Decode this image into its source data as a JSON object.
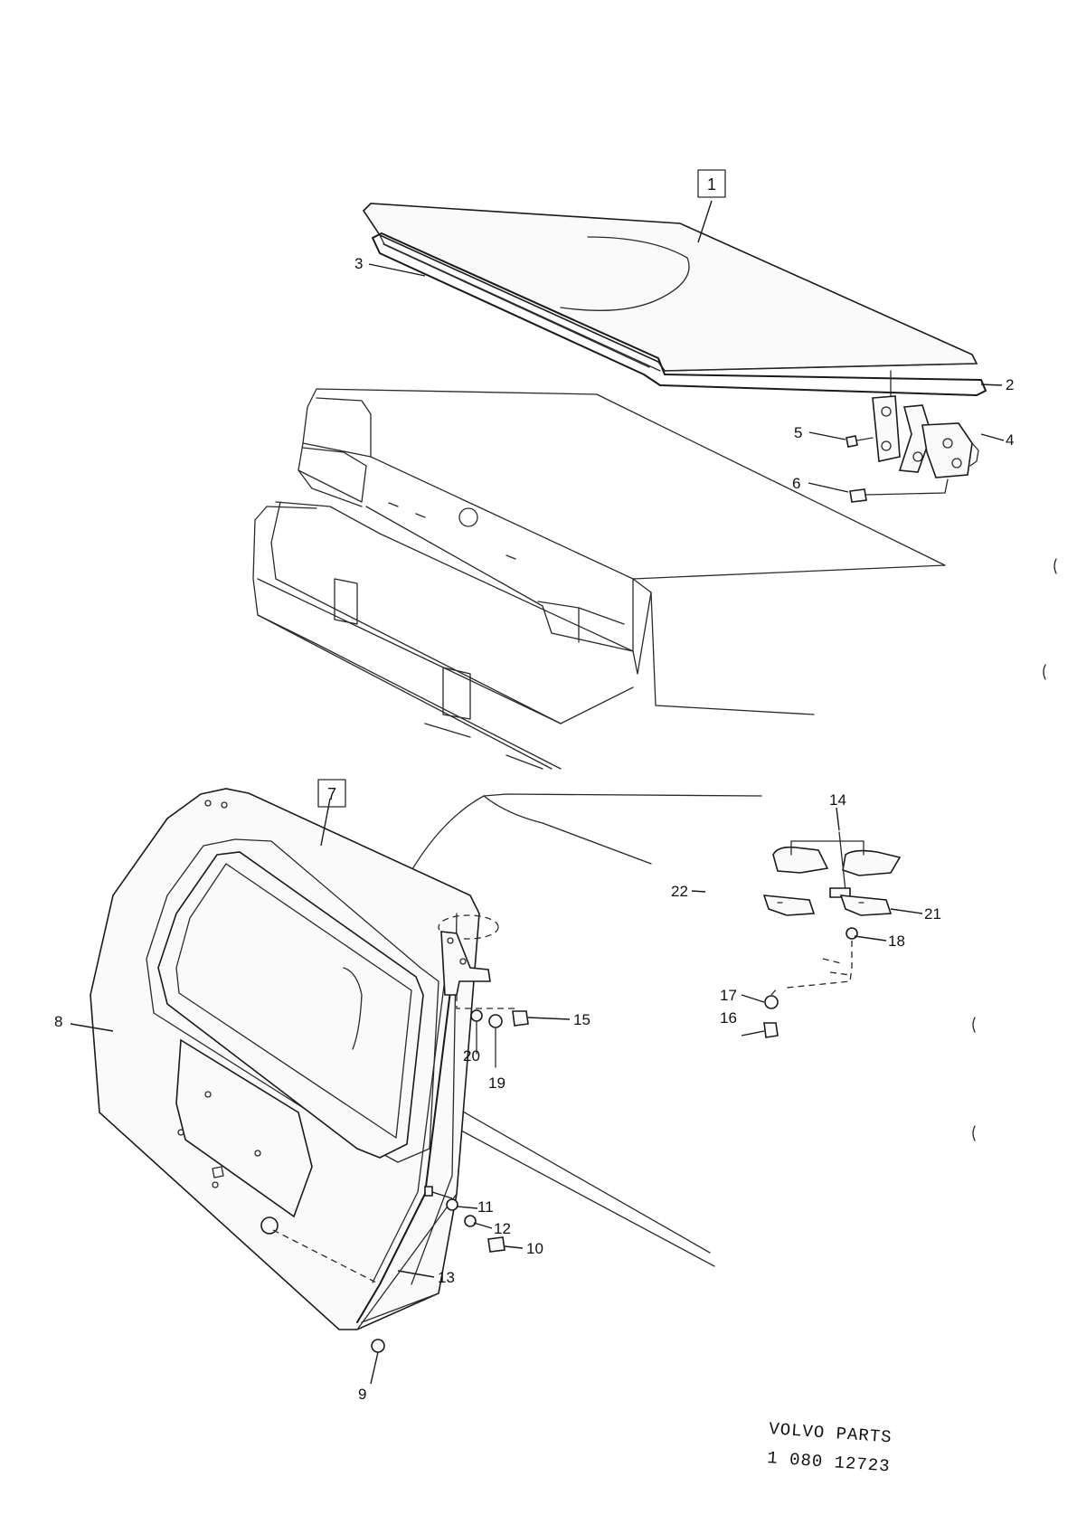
{
  "callouts": {
    "c1": "1",
    "c2": "2",
    "c3": "3",
    "c4": "4",
    "c5": "5",
    "c6": "6",
    "c7": "7",
    "c8": "8",
    "c9": "9",
    "c10": "10",
    "c11": "11",
    "c12": "12",
    "c13": "13",
    "c14": "14",
    "c15": "15",
    "c16": "16",
    "c17": "17",
    "c18": "18",
    "c19": "19",
    "c20": "20",
    "c21": "21",
    "c22": "22"
  },
  "stamp": {
    "line1": "VOLVO  PARTS",
    "line2": "1  080  12723"
  }
}
